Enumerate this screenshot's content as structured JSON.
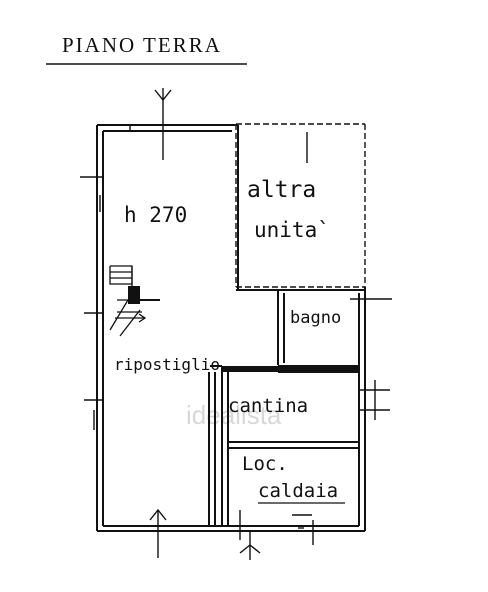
{
  "title": "PIANO TERRA",
  "rooms": {
    "height": "h  270",
    "altra_line1": "altra",
    "altra_line2": "unita`",
    "bagno": "bagno",
    "ripostiglio": "ripostiglio",
    "cantina": "cantina",
    "loc_line1": "Loc.",
    "loc_line2": "caldaia"
  },
  "watermark": "idealista",
  "colors": {
    "ink": "#111111",
    "paper": "#ffffff",
    "watermark": "#d8d8d8"
  }
}
